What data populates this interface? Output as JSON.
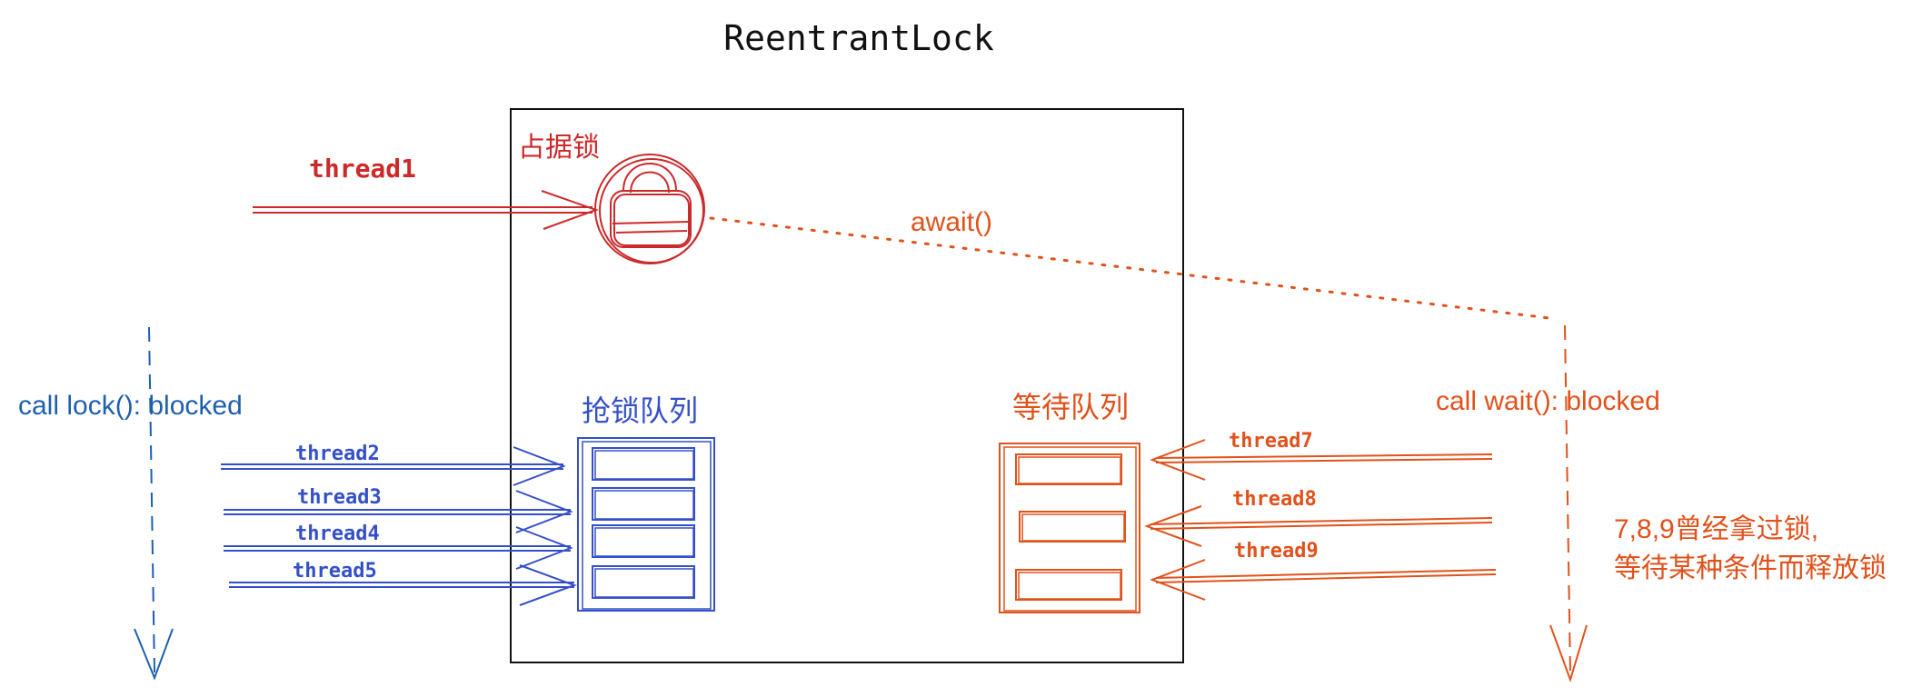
{
  "title": "ReentrantLock",
  "holder": {
    "thread": "thread1",
    "lock_label": "占据锁",
    "await_label": "await()"
  },
  "lock_queue": {
    "label": "抢锁队列",
    "side_label": "call lock(): blocked",
    "threads": [
      "thread2",
      "thread3",
      "thread4",
      "thread5"
    ]
  },
  "wait_queue": {
    "label": "等待队列",
    "side_label": "call wait(): blocked",
    "threads": [
      "thread7",
      "thread8",
      "thread9"
    ],
    "note_line1": "7,8,9曾经拿过锁,",
    "note_line2": "等待某种条件而释放锁"
  },
  "colors": {
    "black": "#111111",
    "red": "#cc2a2a",
    "blue": "#3450c8",
    "blue_text": "#1f5fb0",
    "orange": "#e0521b"
  }
}
